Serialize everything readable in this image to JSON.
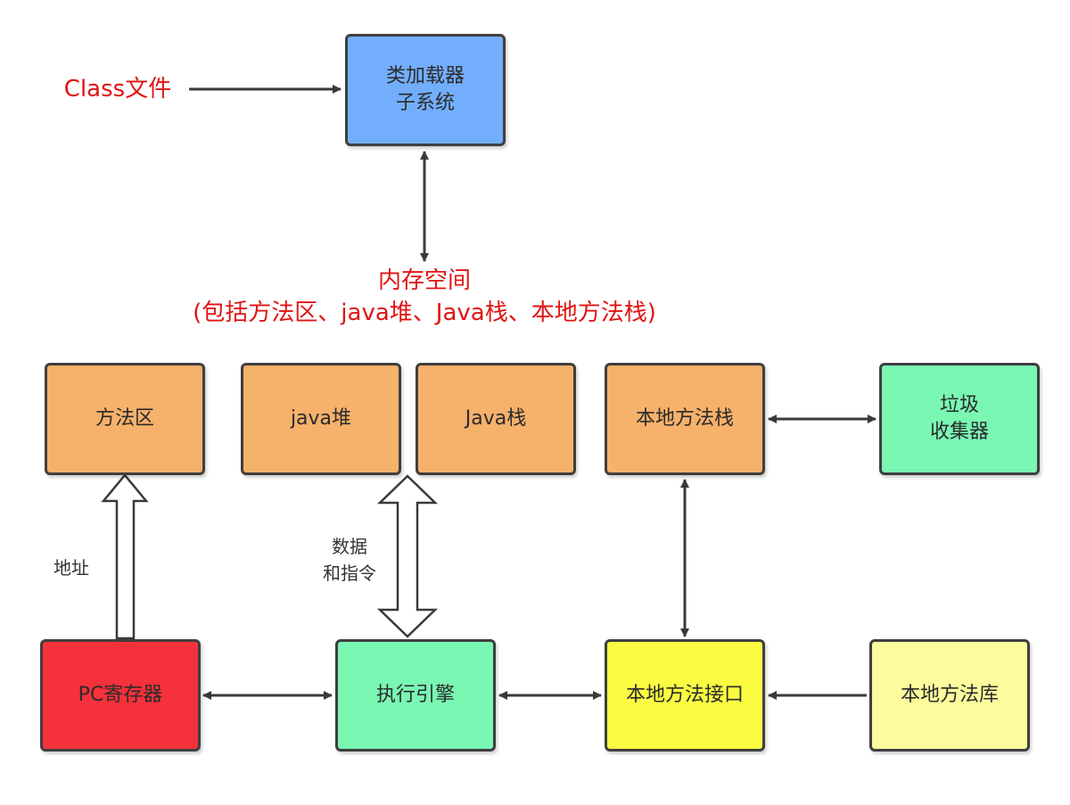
{
  "title": "",
  "labels": {
    "class_file": "Class文件",
    "memory_title": "内存空间",
    "memory_detail": "(包括方法区、java堆、Java栈、本地方法栈)",
    "address": "地址",
    "data_instructions": "数据\n和指令"
  },
  "boxes": {
    "class_loader": "类加载器\n子系统",
    "method_area": "方法区",
    "java_heap": "java堆",
    "java_stack": "Java栈",
    "native_stack": "本地方法栈",
    "gc": "垃圾\n收集器",
    "pc_register": "PC寄存器",
    "exec_engine": "执行引擎",
    "native_interface": "本地方法接口",
    "native_library": "本地方法库"
  },
  "colors": {
    "blue": "#73aefc",
    "orange": "#f6b16b",
    "mint": "#79f7b3",
    "red": "#f5313c",
    "yellow": "#fbfc41",
    "pale_yellow": "#fcfc9e",
    "arrow": "#3a3a3a",
    "label_red": "#e01414"
  }
}
